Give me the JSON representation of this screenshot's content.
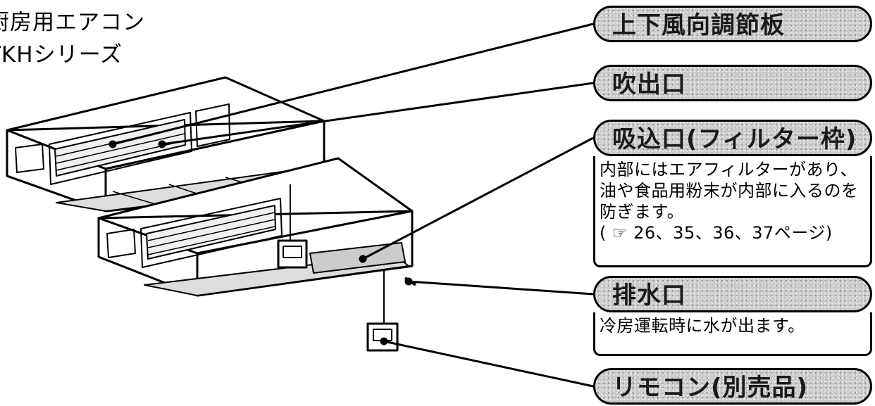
{
  "title": {
    "line1": "厨房用エアコン",
    "line2": "TKHシリーズ"
  },
  "labels": {
    "louver": "上下風向調節板",
    "outlet": "吹出口",
    "intake": "吸込口(フィルター枠)",
    "intake_note": "内部にはエアフィルターがあり、油や食品用粉末が内部に入るのを防ぎます。\n( ☞ 26、35、36、37ページ)",
    "drain": "排水口",
    "drain_note": "冷房運転時に水が出ます。",
    "remote": "リモコン(別売品)"
  }
}
